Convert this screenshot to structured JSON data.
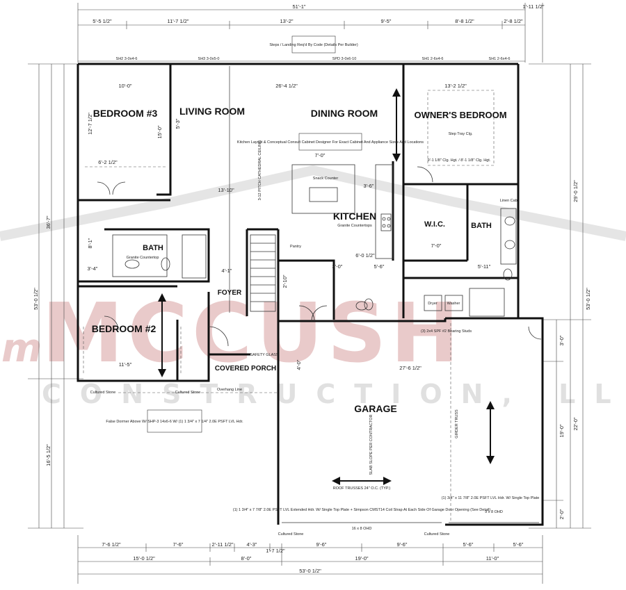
{
  "watermark": {
    "brand": "MCCUSH",
    "script": "m",
    "subtitle": "CONSTRUCTION, LLC",
    "colors": {
      "red": "#d8a0a0",
      "gray": "#d0d0d0"
    }
  },
  "rooms": {
    "bedroom3": "BEDROOM #3",
    "living_room": "LIVING ROOM",
    "dining_room": "DINING ROOM",
    "owners_bedroom": "OWNER'S BEDROOM",
    "kitchen": "KITCHEN",
    "wic": "W.I.C.",
    "bath_owner": "BATH",
    "bath_hall": "BATH",
    "foyer": "FOYER",
    "bedroom2": "BEDROOM #2",
    "covered_porch": "COVERED PORCH",
    "garage": "GARAGE"
  },
  "notes": {
    "steps": "Steps / Landing Req'd By Code (Details Per Builder)",
    "kitchen_layout": "Kitchen Layout & Conceptual Consult Cabinet Designer For Exact Cabinet And Appliance Sizes And Locations",
    "snack_counter": "Snack Counter",
    "granite_kitchen": "Granite Countertops",
    "granite_bath": "Granite Countertop",
    "step_tray": "Step Tray Clg.",
    "clg_heights": "9'-1 1/8\" Clg. Hgt. / 8'-1 1/8\" Clg. Hgt.",
    "pantry": "Pantry",
    "linen": "Linen Cab.",
    "dryer": "Dryer",
    "washer": "Washer",
    "false_dormer": "False Dormer Above W/ SHP-3 14x6-6 W/ (1) 1 3/4\" x 7 1/4\" 2.0E PSFT LVL Hdr.",
    "garage_hdr": "(1) 1 3/4\" x 7 7/8\" 2.0E PSFT LVL Extended Hdr. W/ Single Top Plate + Simpson CMST14 Coil Strap At Each Side Of Garage Door Opening (See Detail)",
    "roof_trusses": "ROOF TRUSSES 24\" O.C. (TYP.)",
    "slab_slope": "SLAB SLOPE PER CONTRACTOR",
    "girder_truss": "GIRDER TRUSS",
    "cultured_stone": "Cultured Stone",
    "overhang": "Overhang Line",
    "door_16": "16 x 8 OHD",
    "door_9": "9 x 8 OHD",
    "safety_glass": "SAFETY GLASS",
    "bearing_studs": "(3) 2x4 SPF #2 Bearing Studs",
    "lvl_single": "(1) 3/4\" x 11 7/8\" 2.0E PSFT LVL Hdr. W/ Single Top Plate",
    "ceiling_note": "3-12 PITCH CATHEDRAL CEILING"
  },
  "dimensions": {
    "top_overall": "51'-1\"",
    "top_right_small": "1'-11 1/2\"",
    "top_segments": [
      "5'-5 1/2\"",
      "11'-7 1/2\"",
      "13'-2\"",
      "9'-5\"",
      "8'-8 1/2\"",
      "2'-8 1/2\""
    ],
    "windows_top": [
      "SH2 3-0x4-6",
      "SH3 3-0x5-0",
      "SPD 3-0x6-10",
      "SH1 2-6x4-6",
      "SH1 2-6x4-6"
    ],
    "bottom_segments_1": [
      "7'-6 1/2\"",
      "7'-6\"",
      "2'-11 1/2\"",
      "4'-3\"",
      "1'-7 1/2\"",
      "9'-6\"",
      "9'-6\"",
      "5'-6\"",
      "5'-6\""
    ],
    "bottom_segments_2": [
      "15'-0 1/2\"",
      "8'-0\"",
      "19'-0\"",
      "11'-0\""
    ],
    "bottom_overall": "53'-0 1/2\"",
    "left_overall": "53'-0 1/2\"",
    "left_36": "36'-7\"",
    "left_16": "16'-5 1/2\"",
    "right_overall": "53'-0 1/2\"",
    "right_29": "29'-0 1/2\"",
    "right_22": "22'-0\"",
    "right_19": "19'-0\"",
    "right_3": "3'-0\"",
    "right_2": "2'-0\"",
    "interior": [
      "10'-0\"",
      "12'-7 1/2\"",
      "15'-0\"",
      "26'-4 1/2\"",
      "13'-2 1/2\"",
      "13'-10\"",
      "7'-0\"",
      "27'-6 1/2\"",
      "11'-5\"",
      "4'-1\"",
      "3'-4\"",
      "6'-2 1/2\"",
      "5'-11\"",
      "8'-1\"",
      "7'-0\"",
      "6'-0 1/2\"",
      "5'-6\"",
      "3'-6\"",
      "5'-3\"",
      "4'-0\"",
      "3'-0\"",
      "2'-10\""
    ]
  }
}
